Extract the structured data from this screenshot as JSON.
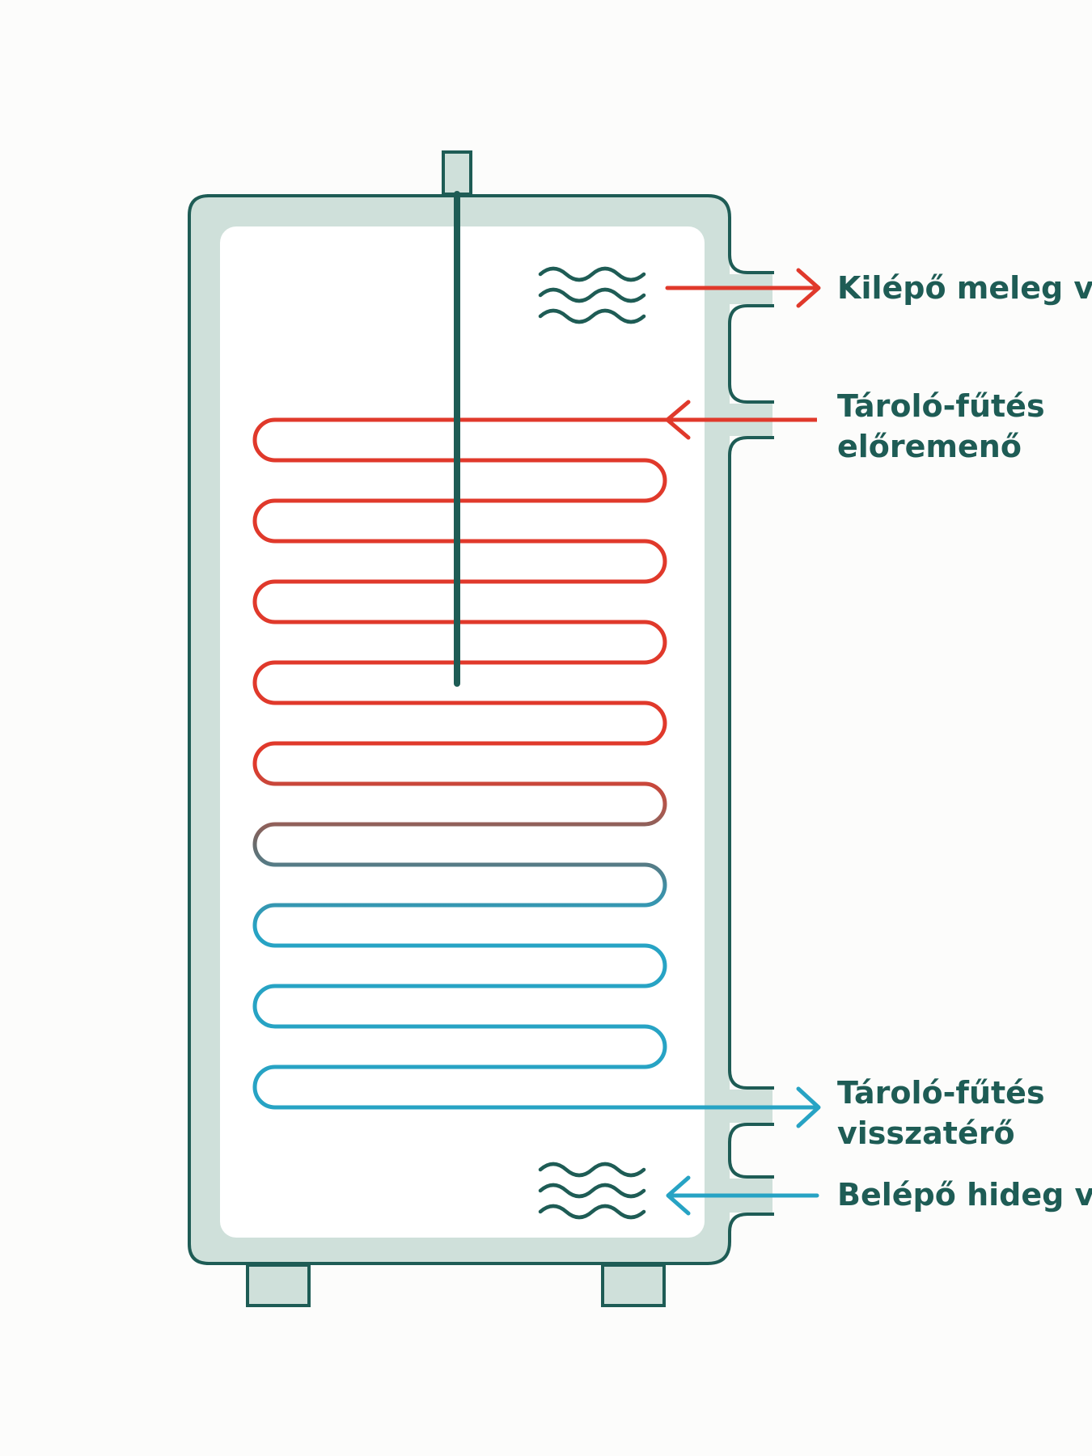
{
  "labels": {
    "hot_water_out": "Kilépő meleg víz",
    "heating_flow_line1": "Tároló-fűtés",
    "heating_flow_line2": "előremenő",
    "heating_return_line1": "Tároló-fűtés",
    "heating_return_line2": "visszatérő",
    "cold_water_in": "Belépő hideg víz"
  },
  "colors": {
    "outline": "#1e5c55",
    "tank_wall": "#cfe0da",
    "tank_inner": "#ffffff",
    "hot": "#e0392b",
    "cold": "#27a3c4",
    "transition": "#6a6a6a",
    "background": "#fcfcfb"
  },
  "icons": {
    "top_waves": "heat-waves-icon",
    "bottom_waves": "water-waves-icon"
  }
}
